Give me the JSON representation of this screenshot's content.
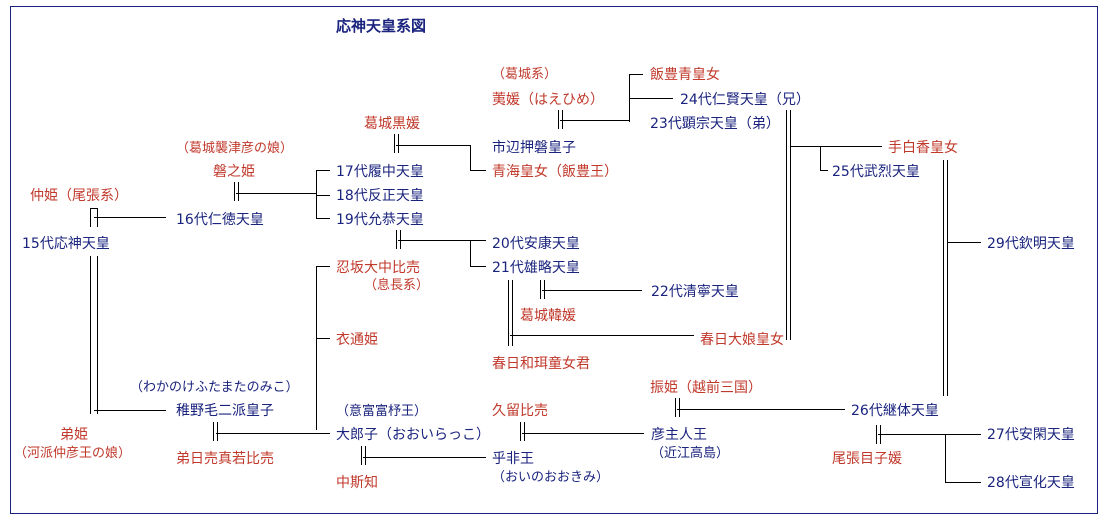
{
  "title": "応神天皇系図",
  "people": {
    "kazuraki_kei": "（葛城系）",
    "haehime": "荑媛（はえひめ）",
    "iitoyo": "飯豊青皇女",
    "ninken": "24代仁賢天皇（兄）",
    "kenzo": "23代顕宗天皇（弟）",
    "ichinobe": "市辺押磐皇子",
    "aomi": "青海皇女（飯豊王）",
    "kazuraki_kurohime": "葛城黒媛",
    "kazuraki_sotsuhiko_daughter": "（葛城襲津彦の娘）",
    "iwanohime": "磐之姫",
    "richu": "17代履中天皇",
    "hanzei": "18代反正天皇",
    "ingyo": "19代允恭天皇",
    "nakatsuhime": "仲姫（尾張系）",
    "nintoku": "16代仁徳天皇",
    "ojin": "15代応神天皇",
    "tanikaga": "手白香皇女",
    "buretsu": "25代武烈天皇",
    "kinmei": "29代欽明天皇",
    "anko": "20代安康天皇",
    "yuryaku": "21代雄略天皇",
    "seinei": "22代清寧天皇",
    "kazuraki_karahime": "葛城韓媛",
    "kasuga_oiratsume": "春日大娘皇女",
    "kasuga_wani": "春日和珥童女君",
    "osaka_onakatsu": "忍坂大中比売",
    "okinaga_kei": "（息長系）",
    "sotoori": "衣通姫",
    "wakanuke_kana": "（わかのけふたまたのみこ）",
    "wakanuke": "稚野毛二派皇子",
    "otohime": "弟姫",
    "kawamata_daughter": "（河派仲彦王の娘）",
    "otohi_mawaka": "弟日売真若比売",
    "ohodo_kana_paren": "（意富富杼王）",
    "oiratsuko": "大郎子（おおいらっこ）",
    "nakashichi": "中斯知",
    "kurihime": "久留比売",
    "furihime": "振姫（越前三国）",
    "hikoushi": "彦主人王",
    "omi_takashima": "（近江高島）",
    "keitai": "26代継体天皇",
    "ohi": "乎非王",
    "ohi_kana": "（おいのおおきみ）",
    "owari_menoko": "尾張目子媛",
    "ankan": "27代安閑天皇",
    "senka": "28代宣化天皇"
  }
}
